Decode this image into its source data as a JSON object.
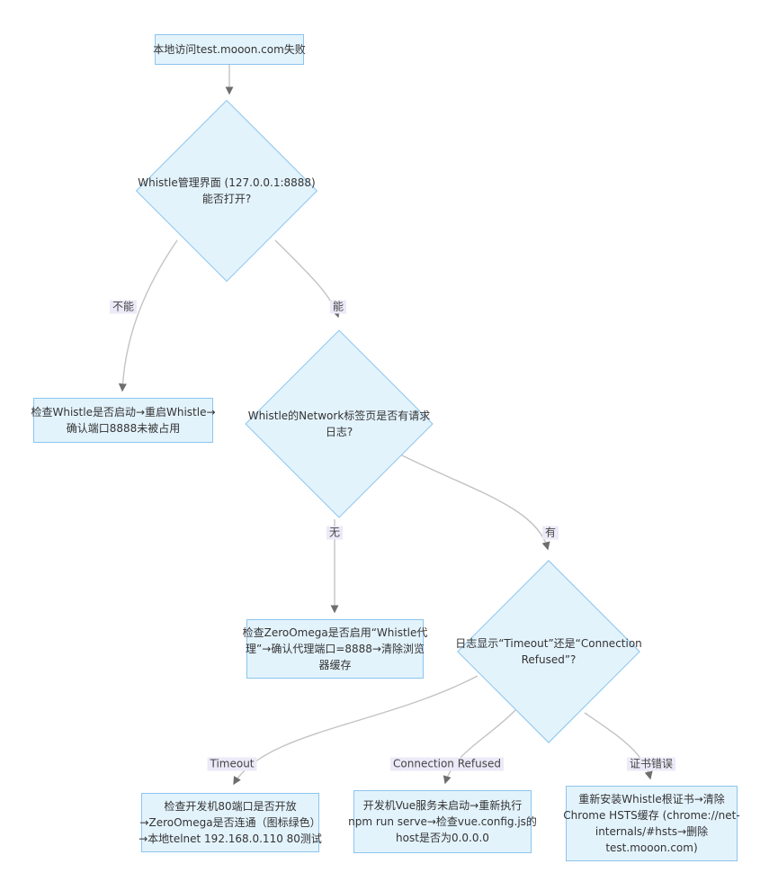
{
  "diagram": {
    "type": "flowchart",
    "colors": {
      "node_fill": "#e3f3fc",
      "node_border": "#8cc5ee",
      "node_text": "#333333",
      "edge_line": "#c3c3c3",
      "edge_arrow": "#6e6e6e",
      "edge_label_bg": "#eceaf8",
      "edge_label_text": "#454545",
      "background": "#ffffff"
    },
    "nodes": {
      "start": {
        "shape": "rect",
        "lines": [
          "本地访问test.mooon.com失败"
        ]
      },
      "q_whistle_ui": {
        "shape": "diamond",
        "lines": [
          "Whistle管理界面 (127.0.0.1:8888)",
          "能否打开?"
        ]
      },
      "fix_whistle": {
        "shape": "rect",
        "lines": [
          "检查Whistle是否启动→重启Whistle→",
          "确认端口8888未被占用"
        ]
      },
      "q_network_log": {
        "shape": "diamond",
        "lines": [
          "Whistle的Network标签页是否有请求",
          "日志?"
        ]
      },
      "fix_proxy": {
        "shape": "rect",
        "lines": [
          "检查ZeroOmega是否启用“Whistle代",
          "理”→确认代理端口=8888→清除浏览",
          "器缓存"
        ]
      },
      "q_log_type": {
        "shape": "diamond",
        "lines": [
          "日志显示“Timeout”还是“Connection",
          "Refused”?"
        ]
      },
      "fix_timeout": {
        "shape": "rect",
        "lines": [
          "检查开发机80端口是否开放",
          "→ZeroOmega是否连通（图标绿色）",
          "→本地telnet 192.168.0.110 80测试"
        ]
      },
      "fix_refused": {
        "shape": "rect",
        "lines": [
          "开发机Vue服务未启动→重新执行",
          "npm run serve→检查vue.config.js的",
          "host是否为0.0.0.0"
        ]
      },
      "fix_cert": {
        "shape": "rect",
        "lines": [
          "重新安装Whistle根证书→清除",
          "Chrome HSTS缓存 (chrome://net-",
          "internals/#hsts→删除",
          "test.mooon.com)"
        ]
      }
    },
    "edge_labels": {
      "cannot": "不能",
      "can": "能",
      "none": "无",
      "has": "有",
      "timeout": "Timeout",
      "refused": "Connection Refused",
      "cert": "证书错误"
    }
  }
}
